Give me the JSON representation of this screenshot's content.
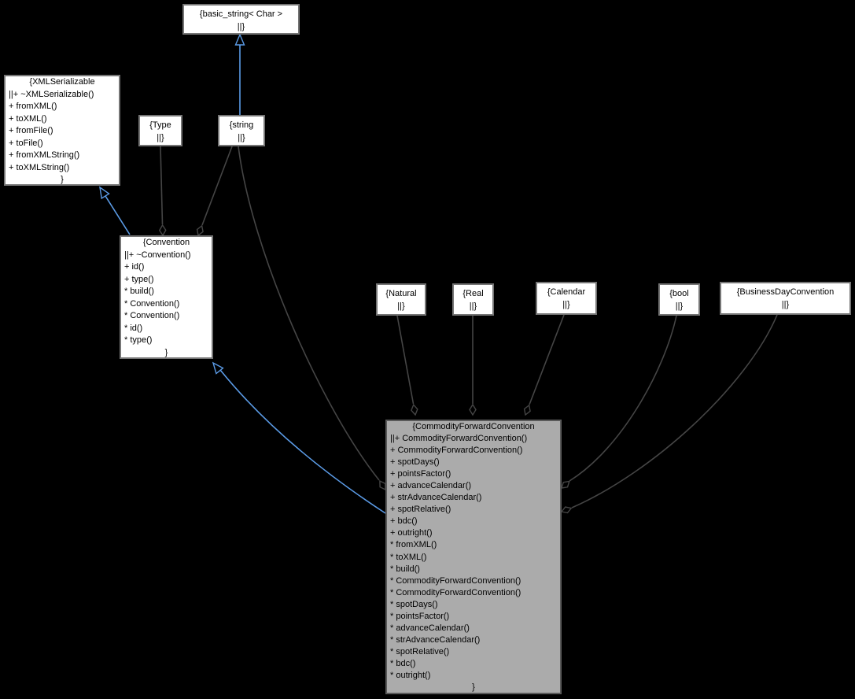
{
  "diagram": {
    "type": "uml-collaboration-graph",
    "colors": {
      "background": "#000000",
      "node_fill": "#ffffff",
      "node_border": "#757575",
      "highlight_node_fill": "#ababab",
      "highlight_node_border": "#5a5a5a",
      "aggregation_edge": "#454545",
      "inheritance_edge": "#5b9be6",
      "text": "#000000"
    },
    "nodes": {
      "basic_string": {
        "header": "{basic_string< Char >",
        "footer": "||}"
      },
      "xmlserializable": {
        "header": "{XMLSerializable",
        "members": [
          "||+ ~XMLSerializable()",
          "+ fromXML()",
          "+ toXML()",
          "+ fromFile()",
          "+ toFile()",
          "+ fromXMLString()",
          "+ toXMLString()"
        ],
        "footer": "}"
      },
      "type": {
        "header": "{Type",
        "footer": "||}"
      },
      "string": {
        "header": "{string",
        "footer": "||}"
      },
      "convention": {
        "header": "{Convention",
        "members": [
          "||+ ~Convention()",
          "+ id()",
          "+ type()",
          "* build()",
          "* Convention()",
          "* Convention()",
          "* id()",
          "* type()"
        ],
        "footer": "}"
      },
      "natural": {
        "header": "{Natural",
        "footer": "||}"
      },
      "real": {
        "header": "{Real",
        "footer": "||}"
      },
      "calendar": {
        "header": "{Calendar",
        "footer": "||}"
      },
      "bool": {
        "header": "{bool",
        "footer": "||}"
      },
      "businessdayconvention": {
        "header": "{BusinessDayConvention",
        "footer": "||}"
      },
      "commodityforwardconvention": {
        "header": "{CommodityForwardConvention",
        "members": [
          "||+ CommodityForwardConvention()",
          "+ CommodityForwardConvention()",
          "+ spotDays()",
          "+ pointsFactor()",
          "+ advanceCalendar()",
          "+ strAdvanceCalendar()",
          "+ spotRelative()",
          "+ bdc()",
          "+ outright()",
          "* fromXML()",
          "* toXML()",
          "* build()",
          "* CommodityForwardConvention()",
          "* CommodityForwardConvention()",
          "* spotDays()",
          "* pointsFactor()",
          "* advanceCalendar()",
          "* strAdvanceCalendar()",
          "* spotRelative()",
          "* bdc()",
          "* outright()"
        ],
        "footer": "}"
      }
    }
  }
}
